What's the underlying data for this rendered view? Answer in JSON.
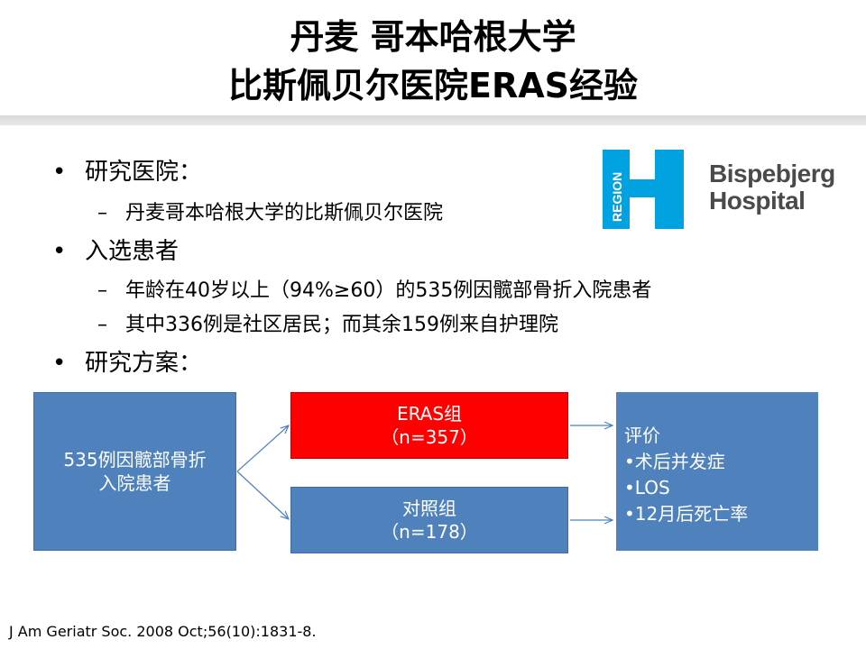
{
  "title": {
    "line1": "丹麦 哥本哈根大学",
    "line2": "比斯佩贝尔医院ERAS经验"
  },
  "bullets": [
    {
      "text": "研究医院：",
      "subs": [
        "丹麦哥本哈根大学的比斯佩贝尔医院"
      ]
    },
    {
      "text": "入选患者",
      "subs": [
        "年龄在40岁以上（94%≥60）的535例因髋部骨折入院患者",
        "其中336例是社区居民；而其余159例来自护理院"
      ]
    },
    {
      "text": "研究方案：",
      "subs": []
    }
  ],
  "bullet_symbol": "•",
  "sub_symbol": "–",
  "logo": {
    "vertical_text": "REGION",
    "line1": "Bispebjerg",
    "line2": "Hospital",
    "color": "#00a3e0"
  },
  "flow": {
    "source": {
      "line1": "535例因髋部骨折",
      "line2": "入院患者",
      "color": "#4f81bd"
    },
    "eras": {
      "line1": "ERAS组",
      "line2": "（n=357）",
      "color": "#ff0000"
    },
    "control": {
      "line1": "对照组",
      "line2": "（n=178）",
      "color": "#4f81bd"
    },
    "evaluation": {
      "heading": "评价",
      "items": [
        "•术后并发症",
        "•LOS",
        "•12月后死亡率"
      ]
    }
  },
  "citation": "J Am Geriatr Soc. 2008 Oct;56(10):1831-8."
}
